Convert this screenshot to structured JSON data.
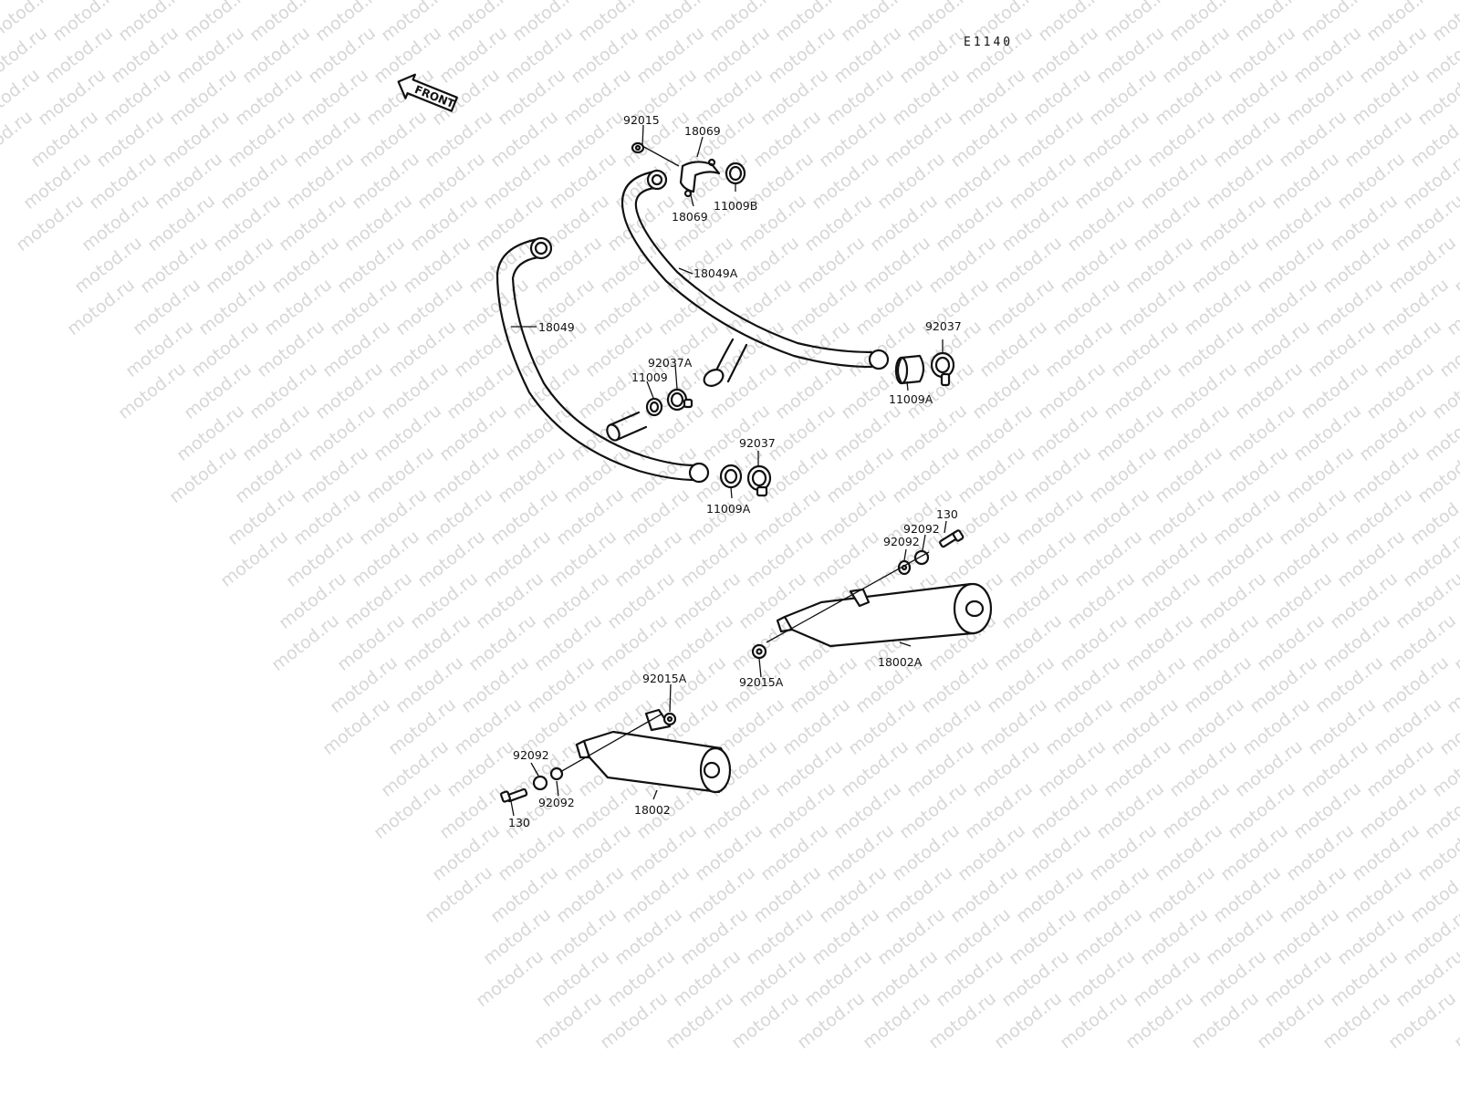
{
  "watermark": {
    "text": "motod.ru",
    "color": "#d7d7d7"
  },
  "diagram": {
    "code": "E1140",
    "front_label": "FRONT"
  },
  "labels": {
    "p92015": "92015",
    "p18069_top": "18069",
    "p18069_bottom": "18069",
    "p11009B": "11009B",
    "p18049A": "18049A",
    "p18049": "18049",
    "p92037_right": "92037",
    "p11009A_right": "11009A",
    "p92037A": "92037A",
    "p11009": "11009",
    "p92037_lower": "92037",
    "p11009A_lower": "11009A",
    "p130_right": "130",
    "p92092_right_top": "92092",
    "p92092_right_left": "92092",
    "p18002A": "18002A",
    "p92015A_right": "92015A",
    "p92015A_left": "92015A",
    "p92092_left_top": "92092",
    "p92092_left_bottom": "92092",
    "p130_left": "130",
    "p18002": "18002"
  }
}
